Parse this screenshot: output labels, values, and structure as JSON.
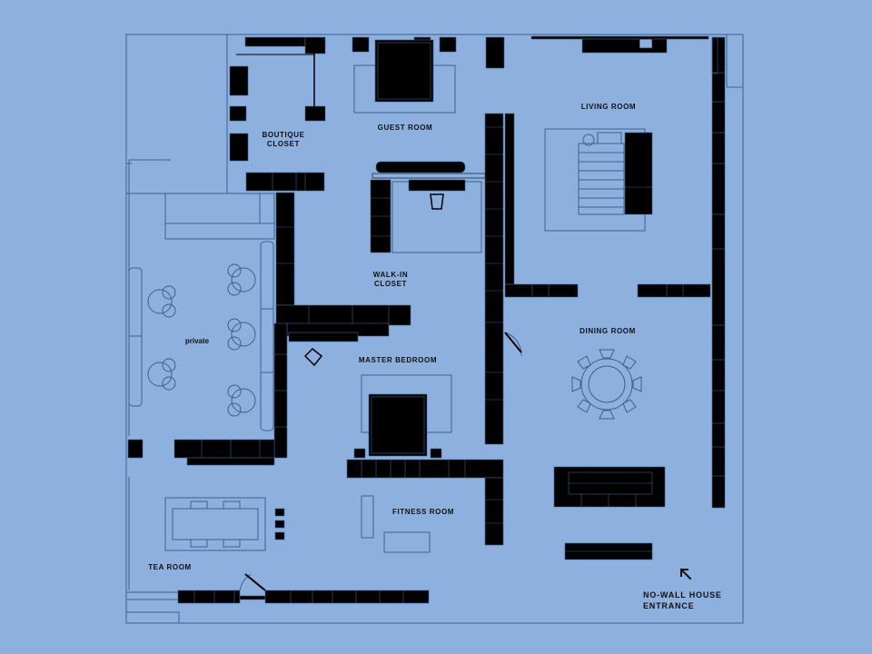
{
  "colors": {
    "background": "#8db0de",
    "wall": "#000000",
    "line": "#3d5f8a"
  },
  "rooms": {
    "boutique_closet": [
      "BOUTIQUE",
      "CLOSET"
    ],
    "guest_room": "GUEST ROOM",
    "living_room": "LIVING ROOM",
    "walk_in_closet": [
      "WALK-IN",
      "CLOSET"
    ],
    "private": "private",
    "dining_room": "DINING ROOM",
    "master_bedroom": "MASTER BEDROOM",
    "fitness_room": "FITNESS ROOM",
    "tea_room": "TEA ROOM"
  },
  "entrance": {
    "lines": [
      "NO-WALL HOUSE",
      "ENTRANCE"
    ],
    "icon": "arrow-up-left-icon"
  }
}
